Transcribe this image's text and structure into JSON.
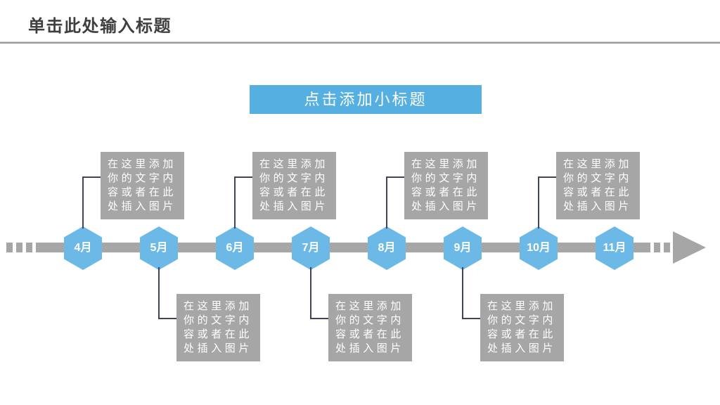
{
  "slide": {
    "title": "单击此处输入标题",
    "banner": "点击添加小标题"
  },
  "colors": {
    "title_text": "#3f3f3f",
    "banner_blue": "#55afe0",
    "hexagon_blue": "#6cb9e8",
    "gray_shape": "#a6a6a6",
    "connector_line": "#3f4557"
  },
  "timeline": {
    "placeholder_text": "在这里添加你的文字内容或者在此处插入图片",
    "months": [
      {
        "label": "4月",
        "box": "above"
      },
      {
        "label": "5月",
        "box": "below"
      },
      {
        "label": "6月",
        "box": "above"
      },
      {
        "label": "7月",
        "box": "below"
      },
      {
        "label": "8月",
        "box": "above"
      },
      {
        "label": "9月",
        "box": "below"
      },
      {
        "label": "10月",
        "box": "above"
      },
      {
        "label": "11月",
        "box": "none"
      }
    ]
  }
}
